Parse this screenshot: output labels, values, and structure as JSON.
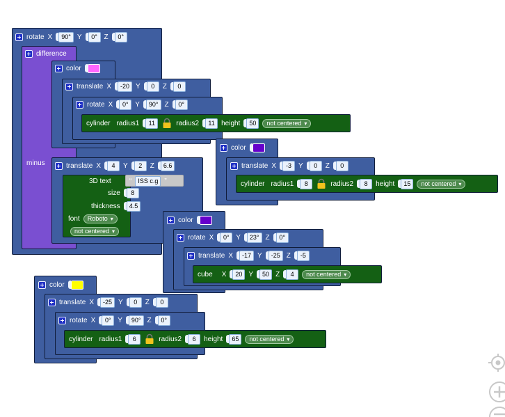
{
  "colors": {
    "navy": "#3f5ea0",
    "purple": "#7a4fd1",
    "green": "#146014",
    "pink": "#ff66ff",
    "violet": "#6600cc",
    "yellow": "#ffff00",
    "lock": "#f2c31d"
  },
  "icons": [
    "plus-icon",
    "lock-icon",
    "target-icon",
    "zoom-in-icon",
    "zoom-out-icon"
  ],
  "labels": {
    "rotate": "rotate",
    "translate": "translate",
    "difference": "difference",
    "minus": "minus",
    "color": "color",
    "cylinder": "cylinder",
    "cube": "cube",
    "text3d": "3D text",
    "size": "size",
    "thickness": "thickness",
    "font": "font",
    "x": "X",
    "y": "Y",
    "z": "Z",
    "radius1": "radius1",
    "radius2": "radius2",
    "height": "height",
    "not_centered": "not centered"
  },
  "blocks": {
    "rot1": {
      "x": "90°",
      "y": "0°",
      "z": "0°"
    },
    "tr1": {
      "x": "-20",
      "y": "0",
      "z": "0"
    },
    "rot2": {
      "x": "0°",
      "y": "90°",
      "z": "0°"
    },
    "cyl1": {
      "r1": "11",
      "r2": "11",
      "h": "50"
    },
    "tr2": {
      "x": "4",
      "y": "2",
      "z": "6.6"
    },
    "text": {
      "value": "ISS c.g",
      "size": "8",
      "thickness": "4.5",
      "font": "Roboto"
    },
    "tr3": {
      "x": "-3",
      "y": "0",
      "z": "0"
    },
    "cyl2": {
      "r1": "8",
      "r2": "8",
      "h": "15"
    },
    "rot3": {
      "x": "0°",
      "y": "23°",
      "z": "0°"
    },
    "tr4": {
      "x": "-17",
      "y": "-25",
      "z": "-5"
    },
    "cube": {
      "x": "20",
      "y": "50",
      "z": "4"
    },
    "tr5": {
      "x": "-25",
      "y": "0",
      "z": "0"
    },
    "rot4": {
      "x": "0°",
      "y": "90°",
      "z": "0°"
    },
    "cyl3": {
      "r1": "6",
      "r2": "6",
      "h": "65"
    }
  }
}
